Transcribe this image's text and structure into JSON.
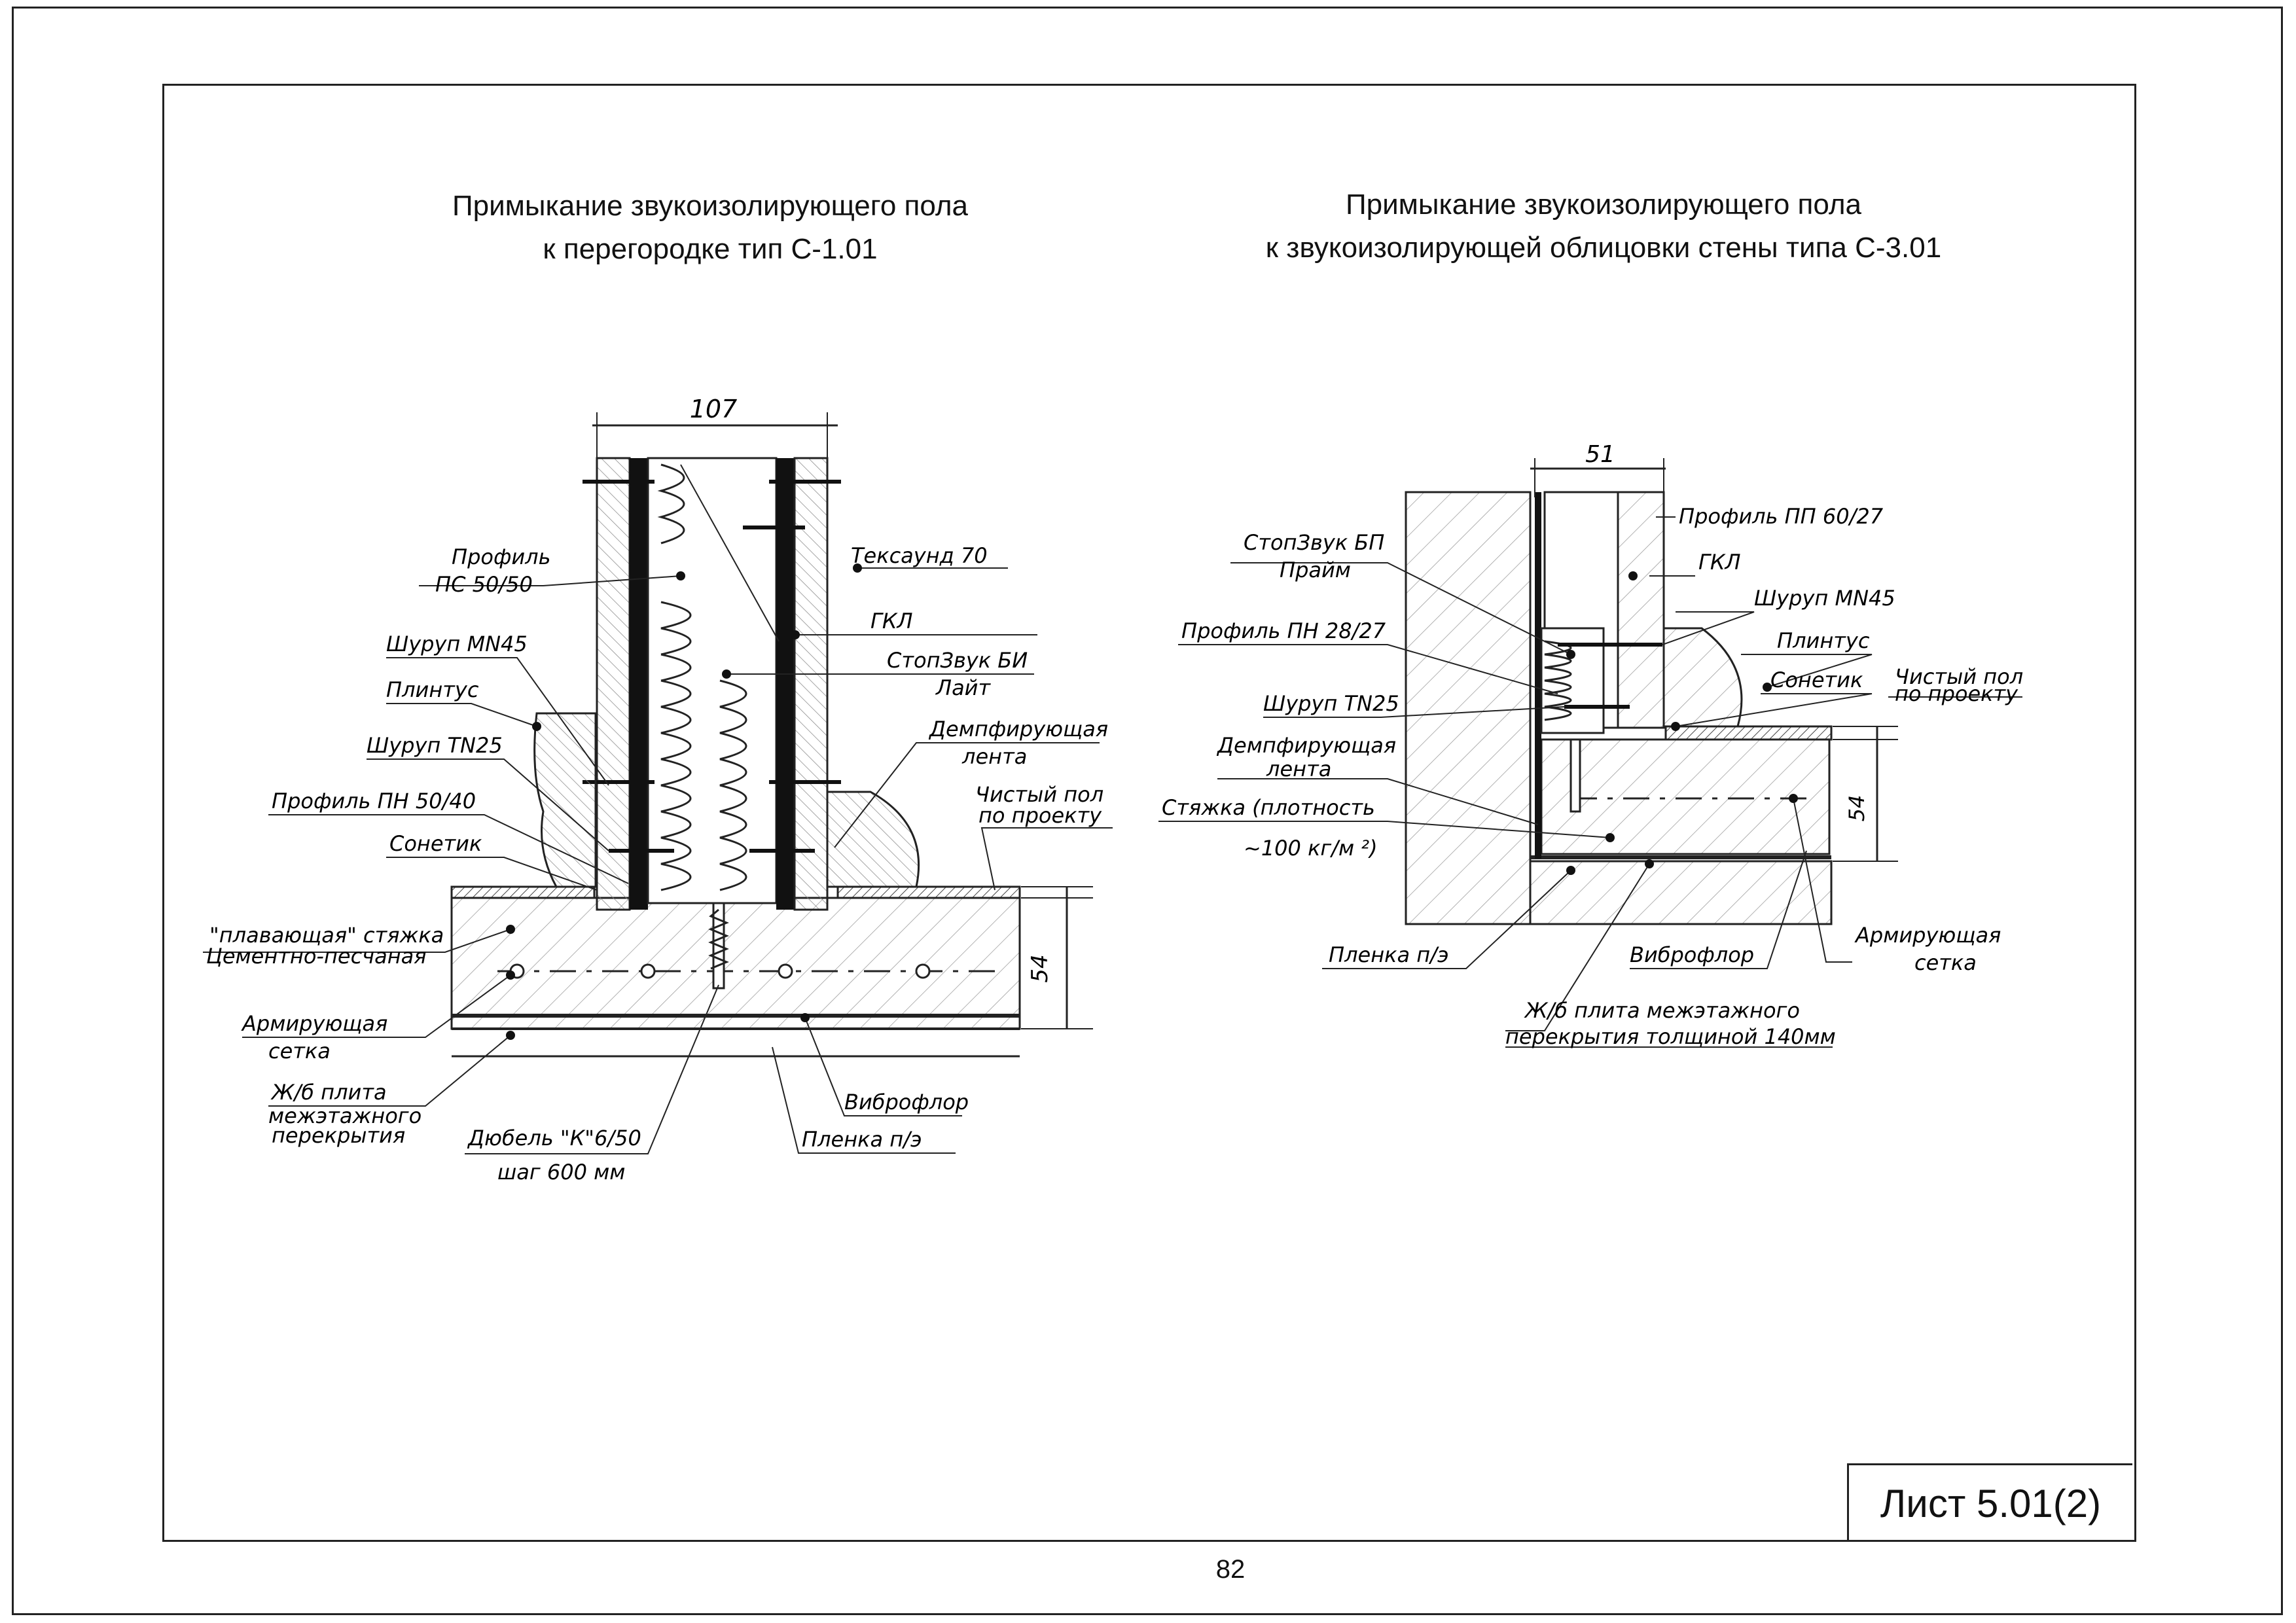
{
  "page": {
    "page_number": "82",
    "sheet_label": "Лист 5.01(2)"
  },
  "left_detail": {
    "title_line1": "Примыкание звукоизолирующего пола",
    "title_line2": "к перегородке тип С-1.01",
    "dim_width": "107",
    "dim_height": "54",
    "labels": {
      "profile_ps": "Профиль\nПС 50/50",
      "screw_mn45": "Шуруп MN45",
      "plinth": "Плинтус",
      "screw_tn25": "Шуруп TN25",
      "profile_pn": "Профиль ПН 50/40",
      "sonetik": "Сонетик",
      "floating_screed": "\"плавающая\" стяжка\nЦементно-песчаная",
      "reinforcing_mesh": "Армирующая\nсетка",
      "rc_slab": "Ж/б плита\nмежэтажного\nперекрытия",
      "dowel": "Дюбель \"К\"6/50\nшаг 600 мм",
      "vibrofloor": "Виброфлор",
      "pe_film": "Пленка п/э",
      "teksaund": "Тексаунд 70",
      "gkl": "ГКЛ",
      "stopzvuk_bi": "СтопЗвук БИ\nЛайт",
      "damping_tape": "Демпфирующая\nлента",
      "clean_floor": "Чистый пол\nпо проекту"
    }
  },
  "right_detail": {
    "title_line1": "Примыкание звукоизолирующего пола",
    "title_line2": "к звукоизолирующей облицовки стены типа С-3.01",
    "dim_width": "51",
    "dim_height": "54",
    "labels": {
      "stopzvuk_bp": "СтопЗвук БП\nПрайм",
      "profile_pn28": "Профиль ПН 28/27",
      "screw_tn25": "Шуруп TN25",
      "damping_tape": "Демпфирующая\nлента",
      "screed": "Стяжка (плотность\n~100 кг/м ²)",
      "pe_film": "Пленка п/э",
      "vibrofloor": "Виброфлор",
      "rc_slab": "Ж/б плита межэтажного\nперекрытия толщиной 140мм",
      "reinforcing_mesh": "Армирующая\nсетка",
      "profile_pp": "Профиль ПП 60/27",
      "gkl": "ГКЛ",
      "screw_mn45": "Шуруп MN45",
      "plinth": "Плинтус",
      "sonetik": "Сонетик",
      "clean_floor": "Чистый пол\nпо проекту"
    }
  }
}
